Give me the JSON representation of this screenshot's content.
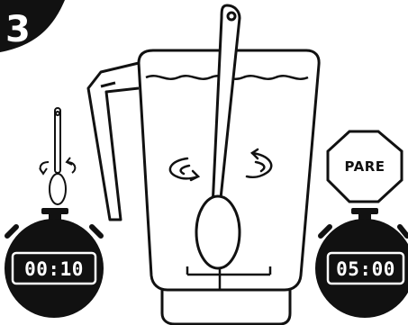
{
  "step": {
    "number": "3"
  },
  "timer_left": {
    "display": "00:10",
    "icon": "stopwatch-icon"
  },
  "timer_right": {
    "display": "05:00",
    "icon": "stopwatch-icon"
  },
  "stop_sign": {
    "label": "PARE",
    "icon": "stop-sign-icon"
  },
  "icons": {
    "blender": "blender-jar-icon",
    "spoon_large": "spoon-icon",
    "spoon_small": "spoon-icon",
    "stir_arrows": "circular-arrows-icon"
  },
  "colors": {
    "ink": "#111111",
    "background": "#ffffff"
  }
}
